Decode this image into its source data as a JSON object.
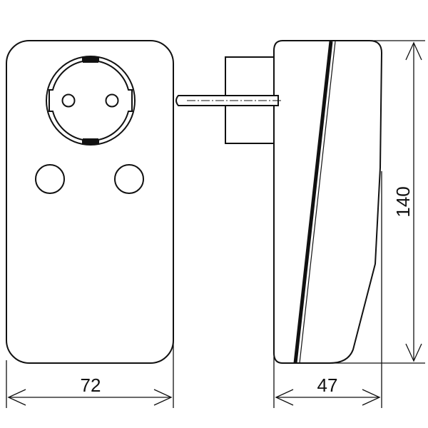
{
  "drawing": {
    "dimension_width": "72",
    "dimension_depth": "47",
    "dimension_height": "140"
  },
  "colors": {
    "line": "#111111",
    "background": "#ffffff"
  }
}
